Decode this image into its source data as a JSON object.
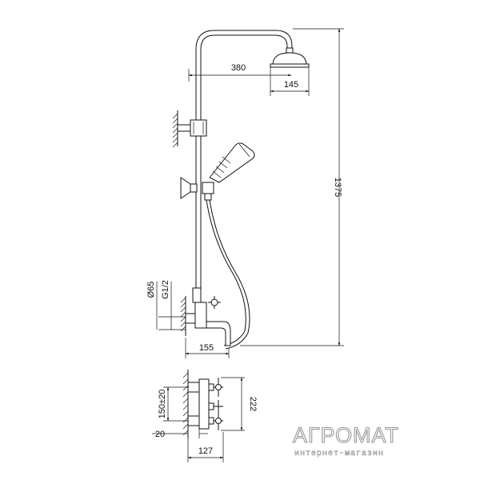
{
  "dimensions": {
    "rail_reach": "380",
    "head_diameter": "145",
    "total_height": "1375",
    "outlet_diameter": "Ø65",
    "thread_size": "G1/2",
    "spout_length": "155",
    "inlet_spacing": "150±20",
    "mixer_height": "222",
    "wall_offset": "20",
    "mixer_depth": "127"
  },
  "watermark": {
    "brand": "АГРОМАТ",
    "tagline": "интернет-магазин"
  }
}
